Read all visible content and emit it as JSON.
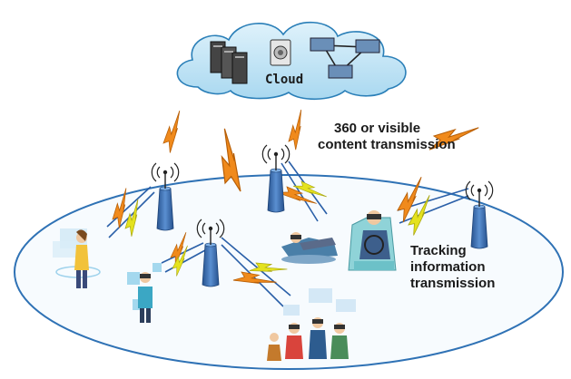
{
  "cloud": {
    "label": "Cloud"
  },
  "labels": {
    "content_line1": "360 or visible",
    "content_line2": "content transmission",
    "tracking_line1": "Tracking",
    "tracking_line2": "information",
    "tracking_line3": "transmission"
  },
  "colors": {
    "cloud_fill": "#bfe3f5",
    "cloud_stroke": "#2a7fb8",
    "ellipse_fill": "#f7fbfe",
    "ellipse_stroke": "#2f72b5",
    "tower": "#3b6fb0",
    "bolt_orange": "#f08a1c",
    "bolt_yellow": "#e4e21e",
    "beam_blue": "#2a5fa8"
  }
}
